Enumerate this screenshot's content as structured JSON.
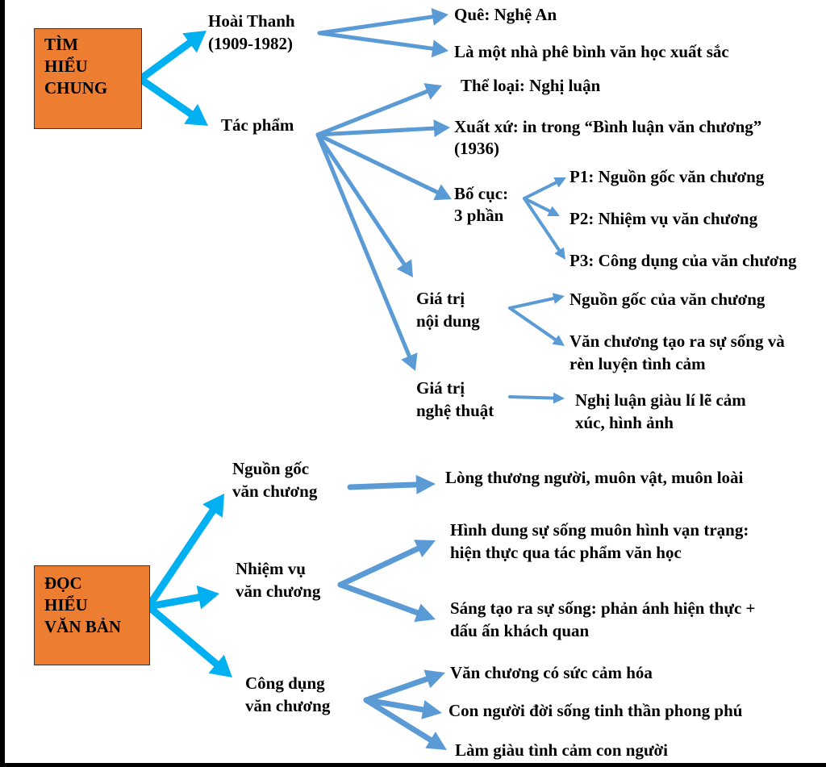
{
  "colors": {
    "arrow_light": "#00b0f0",
    "arrow_steel": "#5b9bd5",
    "box_fill": "#ed7d31",
    "text": "#000000"
  },
  "section1": {
    "box_label": "TÌM\nHIỂU\nCHUNG",
    "author": {
      "name": "Hoài Thanh",
      "years": "(1909-1982)"
    },
    "hometown": "Quê: Nghệ An",
    "role": "Là một nhà phê bình văn học xuất sắc",
    "work_label": "Tác phẩm",
    "genre": "Thể loại: Nghị luận",
    "origin_line1": "Xuất xứ: in trong “Bình luận văn chương”",
    "origin_line2": "(1936)",
    "structure_line1": "Bố  cục:",
    "structure_line2": "3 phần",
    "part1": "P1: Nguồn gốc văn chương",
    "part2": "P2: Nhiệm vụ văn chương",
    "part3": "P3: Công dụng của văn chương",
    "content_value_line1": "Giá trị",
    "content_value_line2": "nội dung",
    "content_item1": "Nguồn gốc của văn chương",
    "content_item2_line1": "Văn chương tạo ra sự sống và",
    "content_item2_line2": "rèn luyện tình cảm",
    "art_value_line1": "Giá trị",
    "art_value_line2": "nghệ thuật",
    "art_item_line1": "Nghị luận giàu lí lẽ cảm",
    "art_item_line2": "xúc, hình ảnh"
  },
  "section2": {
    "box_label": "ĐỌC\nHIỂU\nVĂN BẢN",
    "origin_line1": "Nguồn gốc",
    "origin_line2": "văn chương",
    "origin_item": "Lòng thương người, muôn vật, muôn loài",
    "task_line1": "Nhiệm vụ",
    "task_line2": "văn chương",
    "task_item1_line1": "Hình dung sự sống muôn hình vạn trạng:",
    "task_item1_line2": "hiện thực qua tác phẩm văn học",
    "task_item2_line1": "Sáng tạo ra sự sống: phản ánh hiện thực +",
    "task_item2_line2": "dấu ấn khách quan",
    "use_line1": "Công   dụng",
    "use_line2": "văn chương",
    "use_item1": "Văn chương có sức cảm hóa",
    "use_item2": "Con người đời sống tinh thần phong phú",
    "use_item3": "Làm giàu tình cảm con người"
  }
}
